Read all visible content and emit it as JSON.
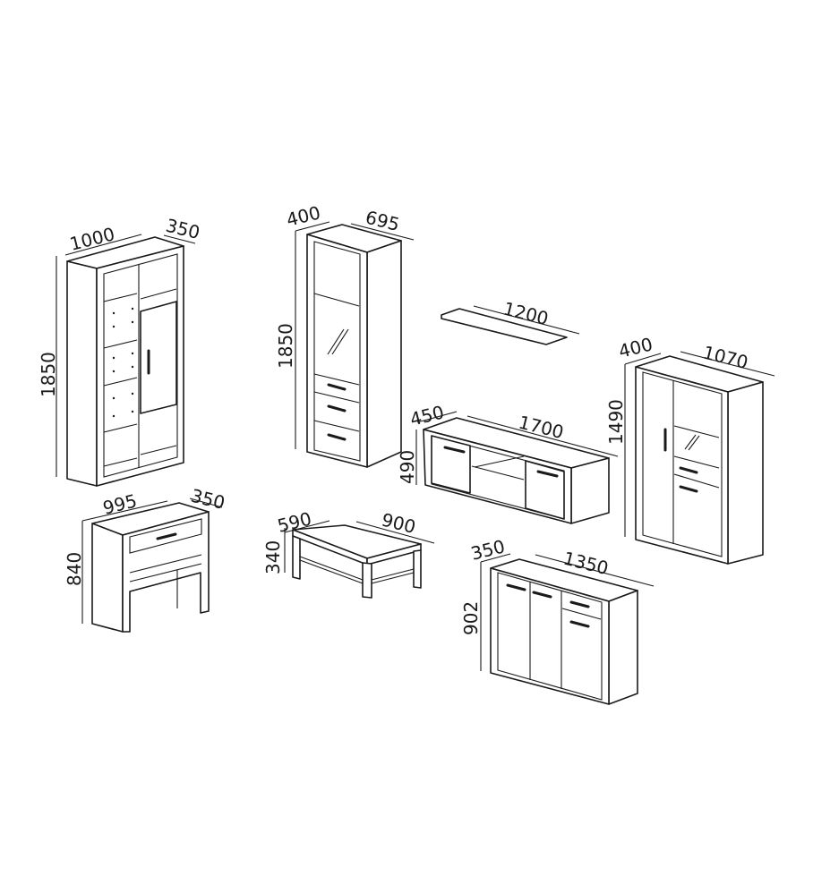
{
  "title": "Furniture set dimensions (mm)",
  "colors": {
    "line": "#1a1a1a",
    "background": "#ffffff"
  },
  "items": {
    "bookcase": {
      "width": "1000",
      "depth": "350",
      "height": "1850"
    },
    "glass_cabinet_tall": {
      "depth": "400",
      "width": "695",
      "height": "1850"
    },
    "wall_shelf": {
      "width": "1200"
    },
    "tv_unit": {
      "depth": "450",
      "width": "1700",
      "height": "490"
    },
    "glass_cabinet_medium": {
      "depth": "400",
      "width": "1070",
      "height": "1490"
    },
    "console_table": {
      "width": "995",
      "depth": "350",
      "height": "840"
    },
    "coffee_table": {
      "depth": "590",
      "width": "900",
      "height": "340"
    },
    "sideboard": {
      "depth": "350",
      "width": "1350",
      "height": "902"
    }
  }
}
